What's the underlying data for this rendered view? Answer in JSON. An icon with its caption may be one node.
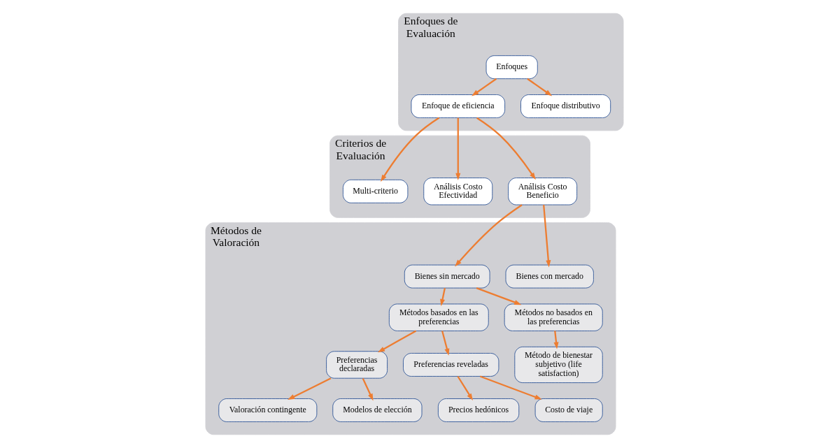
{
  "diagram": {
    "nodes": [
      {
        "text": [
          "Enfoques de Evaluación"
        ]
      },
      {
        "text": [
          "Enfoques"
        ],
        "in": 0
      },
      {
        "text": [
          "Enfoque de eficiencia"
        ],
        "in": 0
      },
      {
        "text": [
          "Enfoque distributivo"
        ],
        "in": 0
      },
      {
        "text": [
          "Criterios de Evaluación"
        ]
      },
      {
        "text": [
          "Análisis Costo Beneficio"
        ],
        "in": 4
      },
      {
        "text": [
          "Análisis Costo Efectividad"
        ],
        "in": 4
      },
      {
        "text": [
          "Multi-criterio"
        ],
        "in": 4
      },
      {
        "text": [
          "Métodos de Valoración"
        ]
      },
      {
        "text": [
          "Bienes con mercado"
        ],
        "in": 8
      },
      {
        "text": [
          "Bienes sin mercado"
        ],
        "in": 8
      },
      {
        "text": [
          "Métodos basados en las preferencias"
        ],
        "in": 8
      },
      {
        "text": [
          "Métodos no basados en las preferencias"
        ],
        "in": 8
      },
      {
        "text": [
          "Preferencias declaradas"
        ],
        "in": 8
      },
      {
        "text": [
          "Preferencias reveladas"
        ],
        "in": 8
      },
      {
        "text": [
          "Método de bienestar subjetivo (life satisfaction)"
        ],
        "in": 8
      },
      {
        "text": [
          "Valoración contingente"
        ],
        "in": 8
      },
      {
        "text": [
          "Modelos de elección"
        ],
        "in": 8
      },
      {
        "text": [
          "Precios hedónicos"
        ],
        "in": 8
      },
      {
        "text": [
          "Costo de viaje"
        ],
        "in": 8
      }
    ],
    "edges": [
      {
        "from": 1,
        "to": 2,
        "arrow": "to"
      },
      {
        "from": 1,
        "to": 3,
        "arrow": "to"
      },
      {
        "from": 2,
        "to": 5,
        "arrow": "to"
      },
      {
        "from": 2,
        "to": 6,
        "arrow": "to"
      },
      {
        "from": 2,
        "to": 7,
        "arrow": "to"
      },
      {
        "from": 5,
        "to": 9,
        "arrow": "to"
      },
      {
        "from": 5,
        "to": 10,
        "arrow": "to"
      },
      {
        "from": 10,
        "to": 11,
        "arrow": "to"
      },
      {
        "from": 10,
        "to": 12,
        "arrow": "to"
      },
      {
        "from": 11,
        "to": 13,
        "arrow": "to"
      },
      {
        "from": 11,
        "to": 14,
        "arrow": "to"
      },
      {
        "from": 12,
        "to": 15,
        "arrow": "to"
      },
      {
        "from": 13,
        "to": 16,
        "arrow": "to"
      },
      {
        "from": 13,
        "to": 17,
        "arrow": "to"
      },
      {
        "from": 14,
        "to": 18,
        "arrow": "to"
      },
      {
        "from": 14,
        "to": 19,
        "arrow": "to"
      }
    ]
  }
}
